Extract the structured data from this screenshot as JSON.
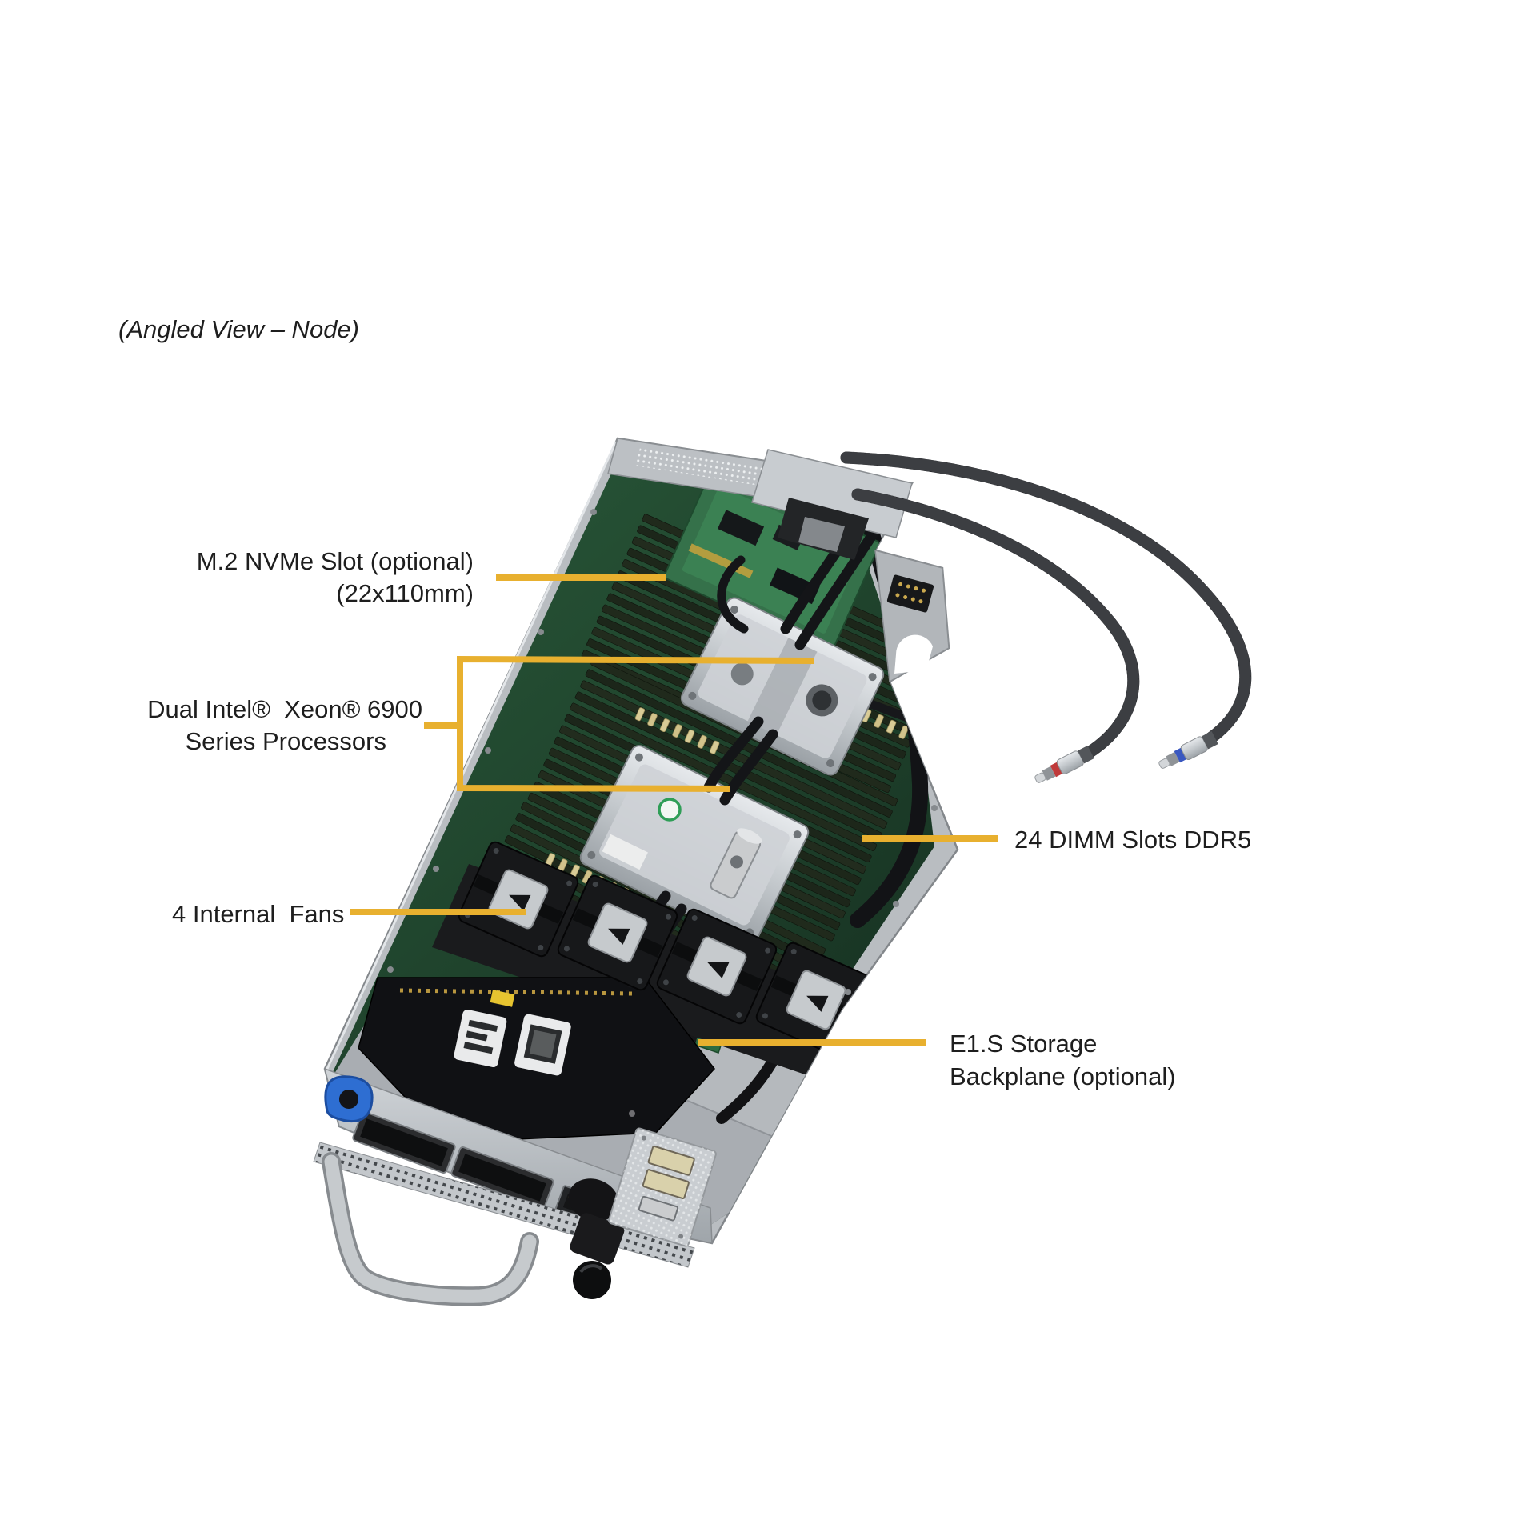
{
  "title": "(Angled View – Node)",
  "colors": {
    "background": "#ffffff",
    "callout": "#E8B02F",
    "label_text": "#1e1e1e",
    "chassis_metal": "#b9bdc1",
    "pcb_green": "#24502f",
    "coolant_hose_black": "#1b1c1f"
  },
  "callouts": {
    "m2": {
      "line1": "M.2 NVMe Slot (optional)",
      "line2": "(22x110mm)"
    },
    "cpu": {
      "line1": "Dual Intel®  Xeon® 6900",
      "line2": "Series Processors"
    },
    "dimm": {
      "label": "24 DIMM Slots DDR5"
    },
    "fans": {
      "label": "4 Internal  Fans"
    },
    "e1s": {
      "line1": "E1.S Storage",
      "line2": "Backplane (optional)"
    }
  },
  "illustration": {
    "subject": "liquid-cooled-server-node-angled-top-view",
    "parts": [
      "chassis-tray",
      "rear-vent-wall",
      "m2-carrier-board",
      "dimm-banks",
      "cpu1-cold-plate",
      "cpu2-cold-plate",
      "coolant-tubes",
      "internal-fans",
      "front-io-card",
      "qsfp-ports",
      "rj45-port",
      "front-handle",
      "blue-grommet",
      "e1s-bay",
      "usb-panel",
      "coolant-hoses",
      "quick-disconnect-couplings"
    ]
  }
}
